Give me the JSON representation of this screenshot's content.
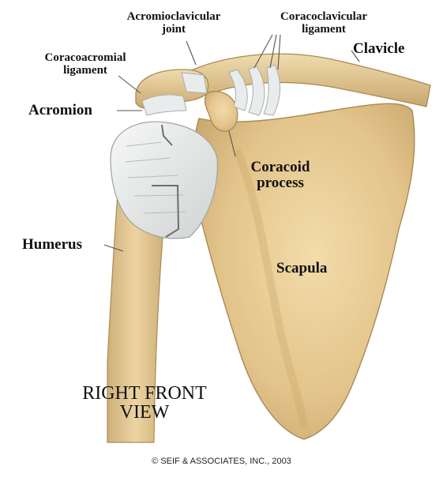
{
  "labels": {
    "acromioclavicular_joint": [
      "Acromioclavicular",
      "joint"
    ],
    "coracoclavicular_ligament": [
      "Coracoclavicular",
      "ligament"
    ],
    "clavicle": "Clavicle",
    "coracoacromial_ligament": [
      "Coracoacromial",
      "ligament"
    ],
    "acromion": "Acromion",
    "coracoid_process": [
      "Coracoid",
      "process"
    ],
    "humerus": "Humerus",
    "scapula": "Scapula"
  },
  "view_caption": [
    "RIGHT FRONT",
    "VIEW"
  ],
  "credit": "© SEIF & ASSOCIATES, INC., 2003",
  "colors": {
    "bone": "#e8cf9c",
    "bone_shadow": "#b99660",
    "cartilage": "#eef0ef",
    "leader_line": "#555555"
  }
}
